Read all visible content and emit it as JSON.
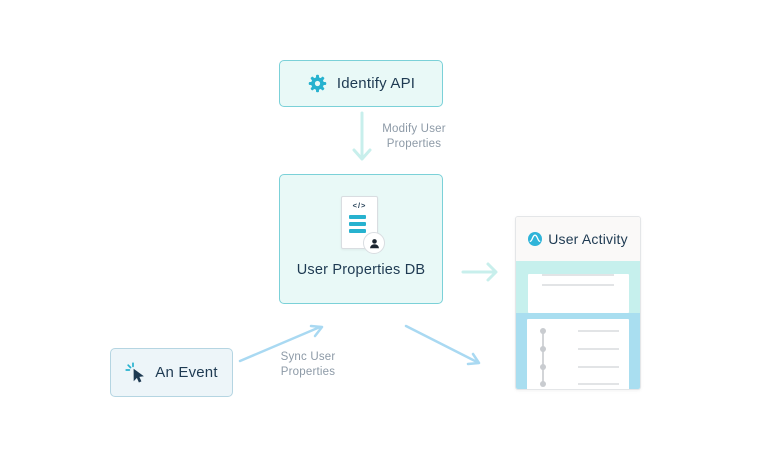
{
  "diagram": {
    "nodes": {
      "identify_api": {
        "label": "Identify API",
        "icon": "gear-icon"
      },
      "user_properties_db": {
        "label": "User Properties DB",
        "icon": "user-code-document-icon",
        "doc_glyph": "</>"
      },
      "an_event": {
        "label": "An Event",
        "icon": "cursor-click-icon"
      },
      "user_activity": {
        "label": "User Activity",
        "icon": "amplitude-logo-icon"
      }
    },
    "edges": [
      {
        "from": "identify_api",
        "to": "user_properties_db",
        "label": "Modify User Properties"
      },
      {
        "from": "an_event",
        "to": "user_properties_db",
        "label": "Sync User Properties"
      },
      {
        "from": "user_properties_db",
        "to": "user_activity",
        "label": ""
      },
      {
        "from": "user_properties_db",
        "to": "user_activity",
        "label": ""
      }
    ]
  },
  "colors": {
    "mint-bg": "#e9f9f7",
    "teal-border": "#7bd1d8",
    "event-bg": "#edf5f9",
    "event-border": "#b5d5e2",
    "accent-teal": "#27b2cf",
    "icon-blue": "#2fb4d9",
    "text-navy": "#1e3a52",
    "label-gray": "#8d9aa7",
    "arrow-cyan": "#c8efec",
    "arrow-blue": "#a9d9f2",
    "band-cyan": "#c6f0ed",
    "band-blue": "#a9def0",
    "header-bg": "#faf9f8",
    "panel-border": "#e4e6e8",
    "card-line": "#e2e4e6",
    "doc-border": "#d9dde1",
    "timeline": "#d3d5d8",
    "dot": "#c9ccd0",
    "person-dark": "#1b2530"
  }
}
